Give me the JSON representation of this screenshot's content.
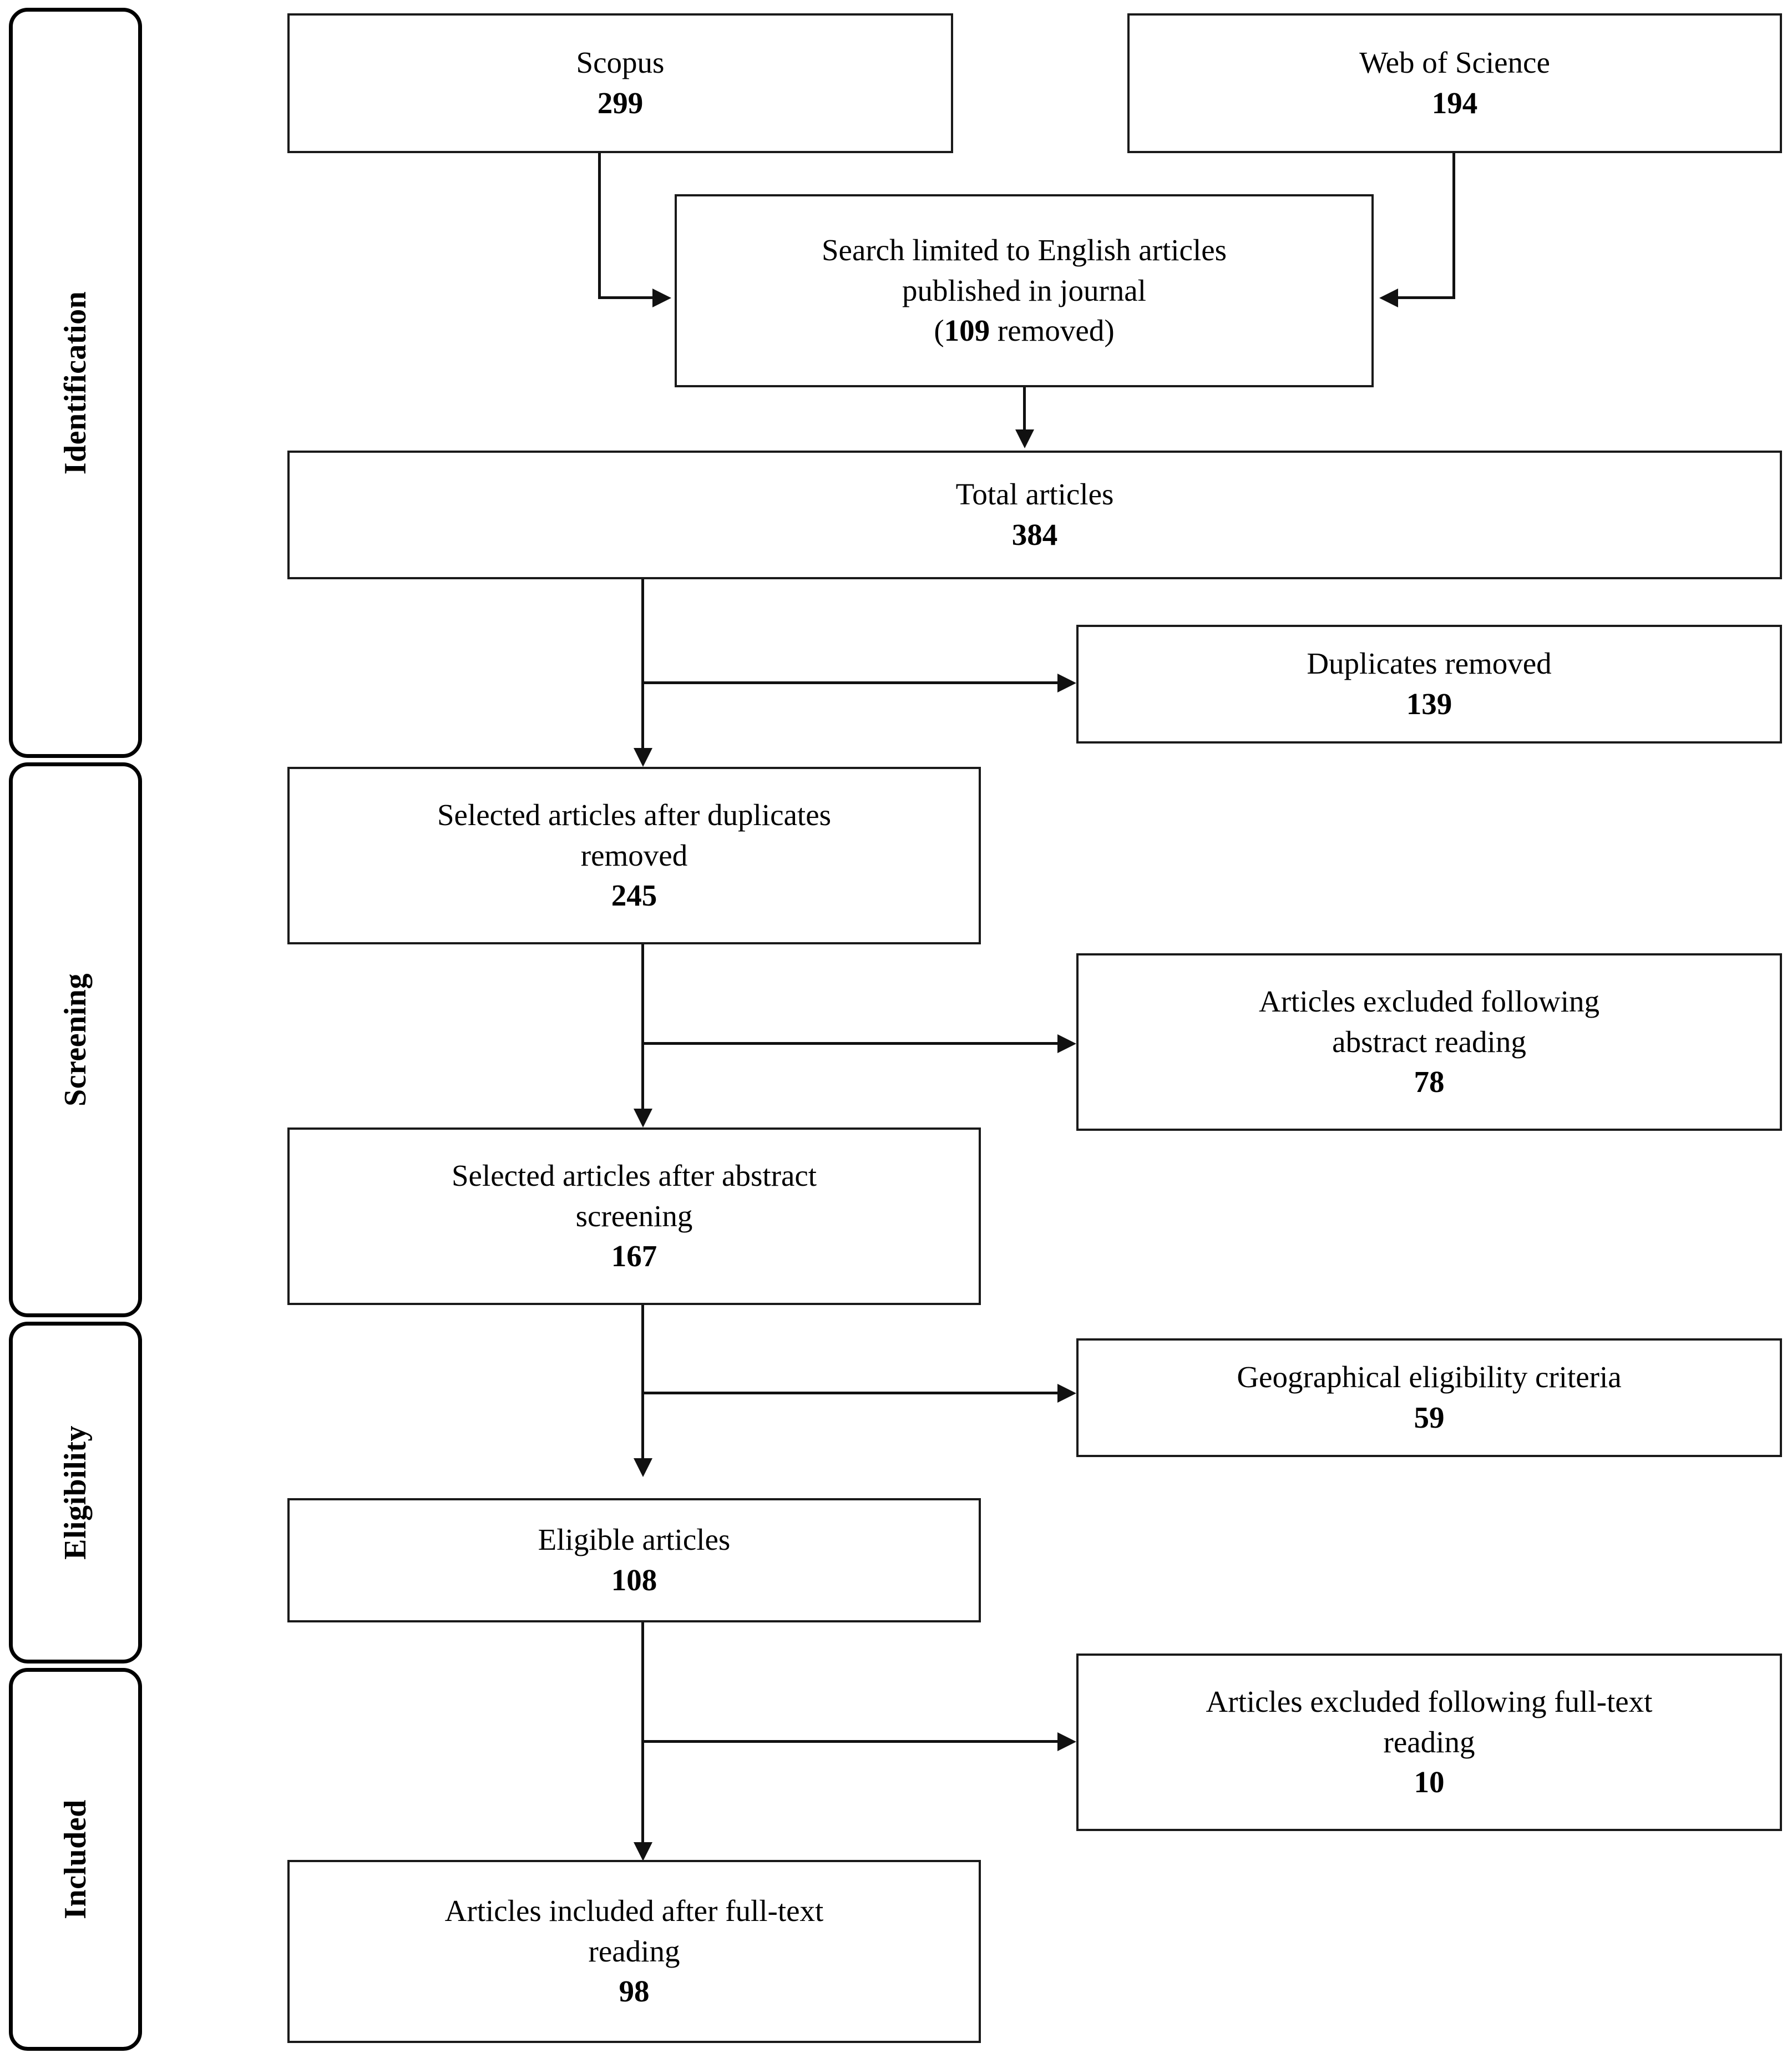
{
  "diagram": {
    "type": "prisma-flow-diagram",
    "stages": [
      {
        "label": "Identification"
      },
      {
        "label": "Screening"
      },
      {
        "label": "Eligibility"
      },
      {
        "label": "Included"
      }
    ],
    "boxes": {
      "scopus": {
        "title": "Scopus",
        "count": "299"
      },
      "wos": {
        "title": "Web of Science",
        "count": "194"
      },
      "language_filter": {
        "line1": "Search limited to English articles",
        "line2": "published in journal",
        "removed_open": "(",
        "removed_count": "109",
        "removed_rest": " removed)"
      },
      "total": {
        "title": "Total articles",
        "count": "384"
      },
      "duplicates": {
        "title": "Duplicates removed",
        "count": "139"
      },
      "after_dupes": {
        "line1": "Selected articles after duplicates",
        "line2": "removed",
        "count": "245"
      },
      "excl_abstract": {
        "line1": "Articles excluded following",
        "line2": "abstract reading",
        "count": "78"
      },
      "after_abstract": {
        "line1": "Selected articles after abstract",
        "line2": "screening",
        "count": "167"
      },
      "geo_criteria": {
        "title": "Geographical eligibility criteria",
        "count": "59"
      },
      "eligible": {
        "title": "Eligible articles",
        "count": "108"
      },
      "excl_fulltext": {
        "line1": "Articles excluded following full-text",
        "line2": "reading",
        "count": "10"
      },
      "included": {
        "line1": "Articles included after full-text",
        "line2": "reading",
        "count": "98"
      }
    }
  },
  "chart_data": {
    "type": "table",
    "title": "PRISMA study selection flow",
    "stages": [
      "Identification",
      "Screening",
      "Eligibility",
      "Included"
    ],
    "nodes": [
      {
        "id": "scopus",
        "stage": "Identification",
        "label": "Scopus",
        "value": 299
      },
      {
        "id": "wos",
        "stage": "Identification",
        "label": "Web of Science",
        "value": 194
      },
      {
        "id": "language_filter",
        "stage": "Identification",
        "label": "Search limited to English articles published in journal (removed)",
        "value": 109
      },
      {
        "id": "total",
        "stage": "Identification",
        "label": "Total articles",
        "value": 384
      },
      {
        "id": "duplicates",
        "stage": "Screening",
        "label": "Duplicates removed",
        "value": 139
      },
      {
        "id": "after_dupes",
        "stage": "Screening",
        "label": "Selected articles after duplicates removed",
        "value": 245
      },
      {
        "id": "excl_abstract",
        "stage": "Screening",
        "label": "Articles excluded following abstract reading",
        "value": 78
      },
      {
        "id": "after_abstract",
        "stage": "Screening",
        "label": "Selected articles after abstract screening",
        "value": 167
      },
      {
        "id": "geo_criteria",
        "stage": "Eligibility",
        "label": "Geographical eligibility criteria",
        "value": 59
      },
      {
        "id": "eligible",
        "stage": "Eligibility",
        "label": "Eligible articles",
        "value": 108
      },
      {
        "id": "excl_fulltext",
        "stage": "Included",
        "label": "Articles excluded following full-text reading",
        "value": 10
      },
      {
        "id": "included",
        "stage": "Included",
        "label": "Articles included after full-text reading",
        "value": 98
      }
    ],
    "edges": [
      {
        "from": "scopus",
        "to": "language_filter"
      },
      {
        "from": "wos",
        "to": "language_filter"
      },
      {
        "from": "language_filter",
        "to": "total"
      },
      {
        "from": "total",
        "to": "duplicates"
      },
      {
        "from": "total",
        "to": "after_dupes"
      },
      {
        "from": "after_dupes",
        "to": "excl_abstract"
      },
      {
        "from": "after_dupes",
        "to": "after_abstract"
      },
      {
        "from": "after_abstract",
        "to": "geo_criteria"
      },
      {
        "from": "after_abstract",
        "to": "eligible"
      },
      {
        "from": "eligible",
        "to": "excl_fulltext"
      },
      {
        "from": "eligible",
        "to": "included"
      }
    ]
  }
}
